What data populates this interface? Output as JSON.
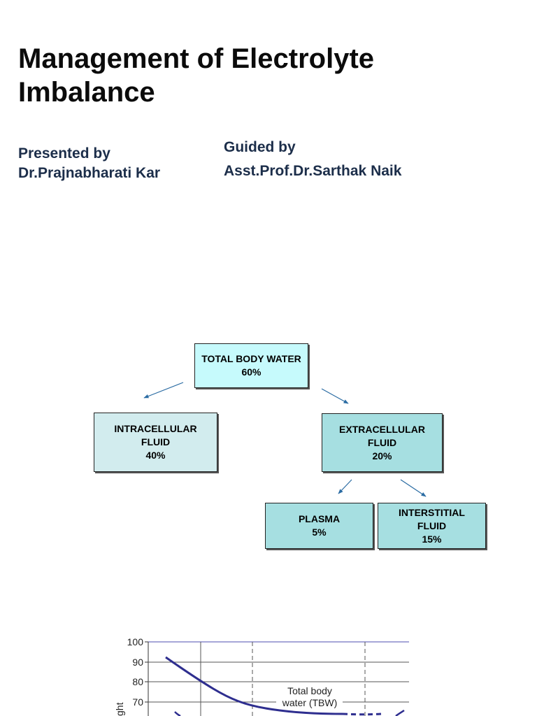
{
  "title": {
    "line1": "Management of Electrolyte",
    "line2": "Imbalance"
  },
  "presenter": {
    "label": "Presented by",
    "name": "Dr.Prajnabharati  Kar"
  },
  "guide": {
    "label": "Guided by",
    "name": "Asst.Prof.Dr.Sarthak Naik"
  },
  "diagram": {
    "total": {
      "line1": "TOTAL BODY WATER",
      "line2": "60%"
    },
    "icf": {
      "line1": "INTRACELLULAR",
      "line2": "FLUID",
      "line3": "40%"
    },
    "ecf": {
      "line1": "EXTRACELLULAR",
      "line2": "FLUID",
      "line3": "20%"
    },
    "plasma": {
      "line1": "PLASMA",
      "line2": "5%"
    },
    "isf": {
      "line1": "INTERSTITIAL",
      "line2": "FLUID",
      "line3": "15%"
    },
    "colors": {
      "total": "#c6fafc",
      "icf": "#d2ecee",
      "ecf": "#a6dfe1",
      "arrow": "#2b6ca3"
    }
  },
  "chart_data": {
    "type": "line",
    "ylabel_fragment": "ght",
    "yticks": [
      70,
      80,
      90,
      100
    ],
    "ylim": [
      60,
      100
    ],
    "series_label_line1": "Total body",
    "series_label_line2": "water (TBW)",
    "series_color": "#2e2e8f",
    "grid": true
  }
}
